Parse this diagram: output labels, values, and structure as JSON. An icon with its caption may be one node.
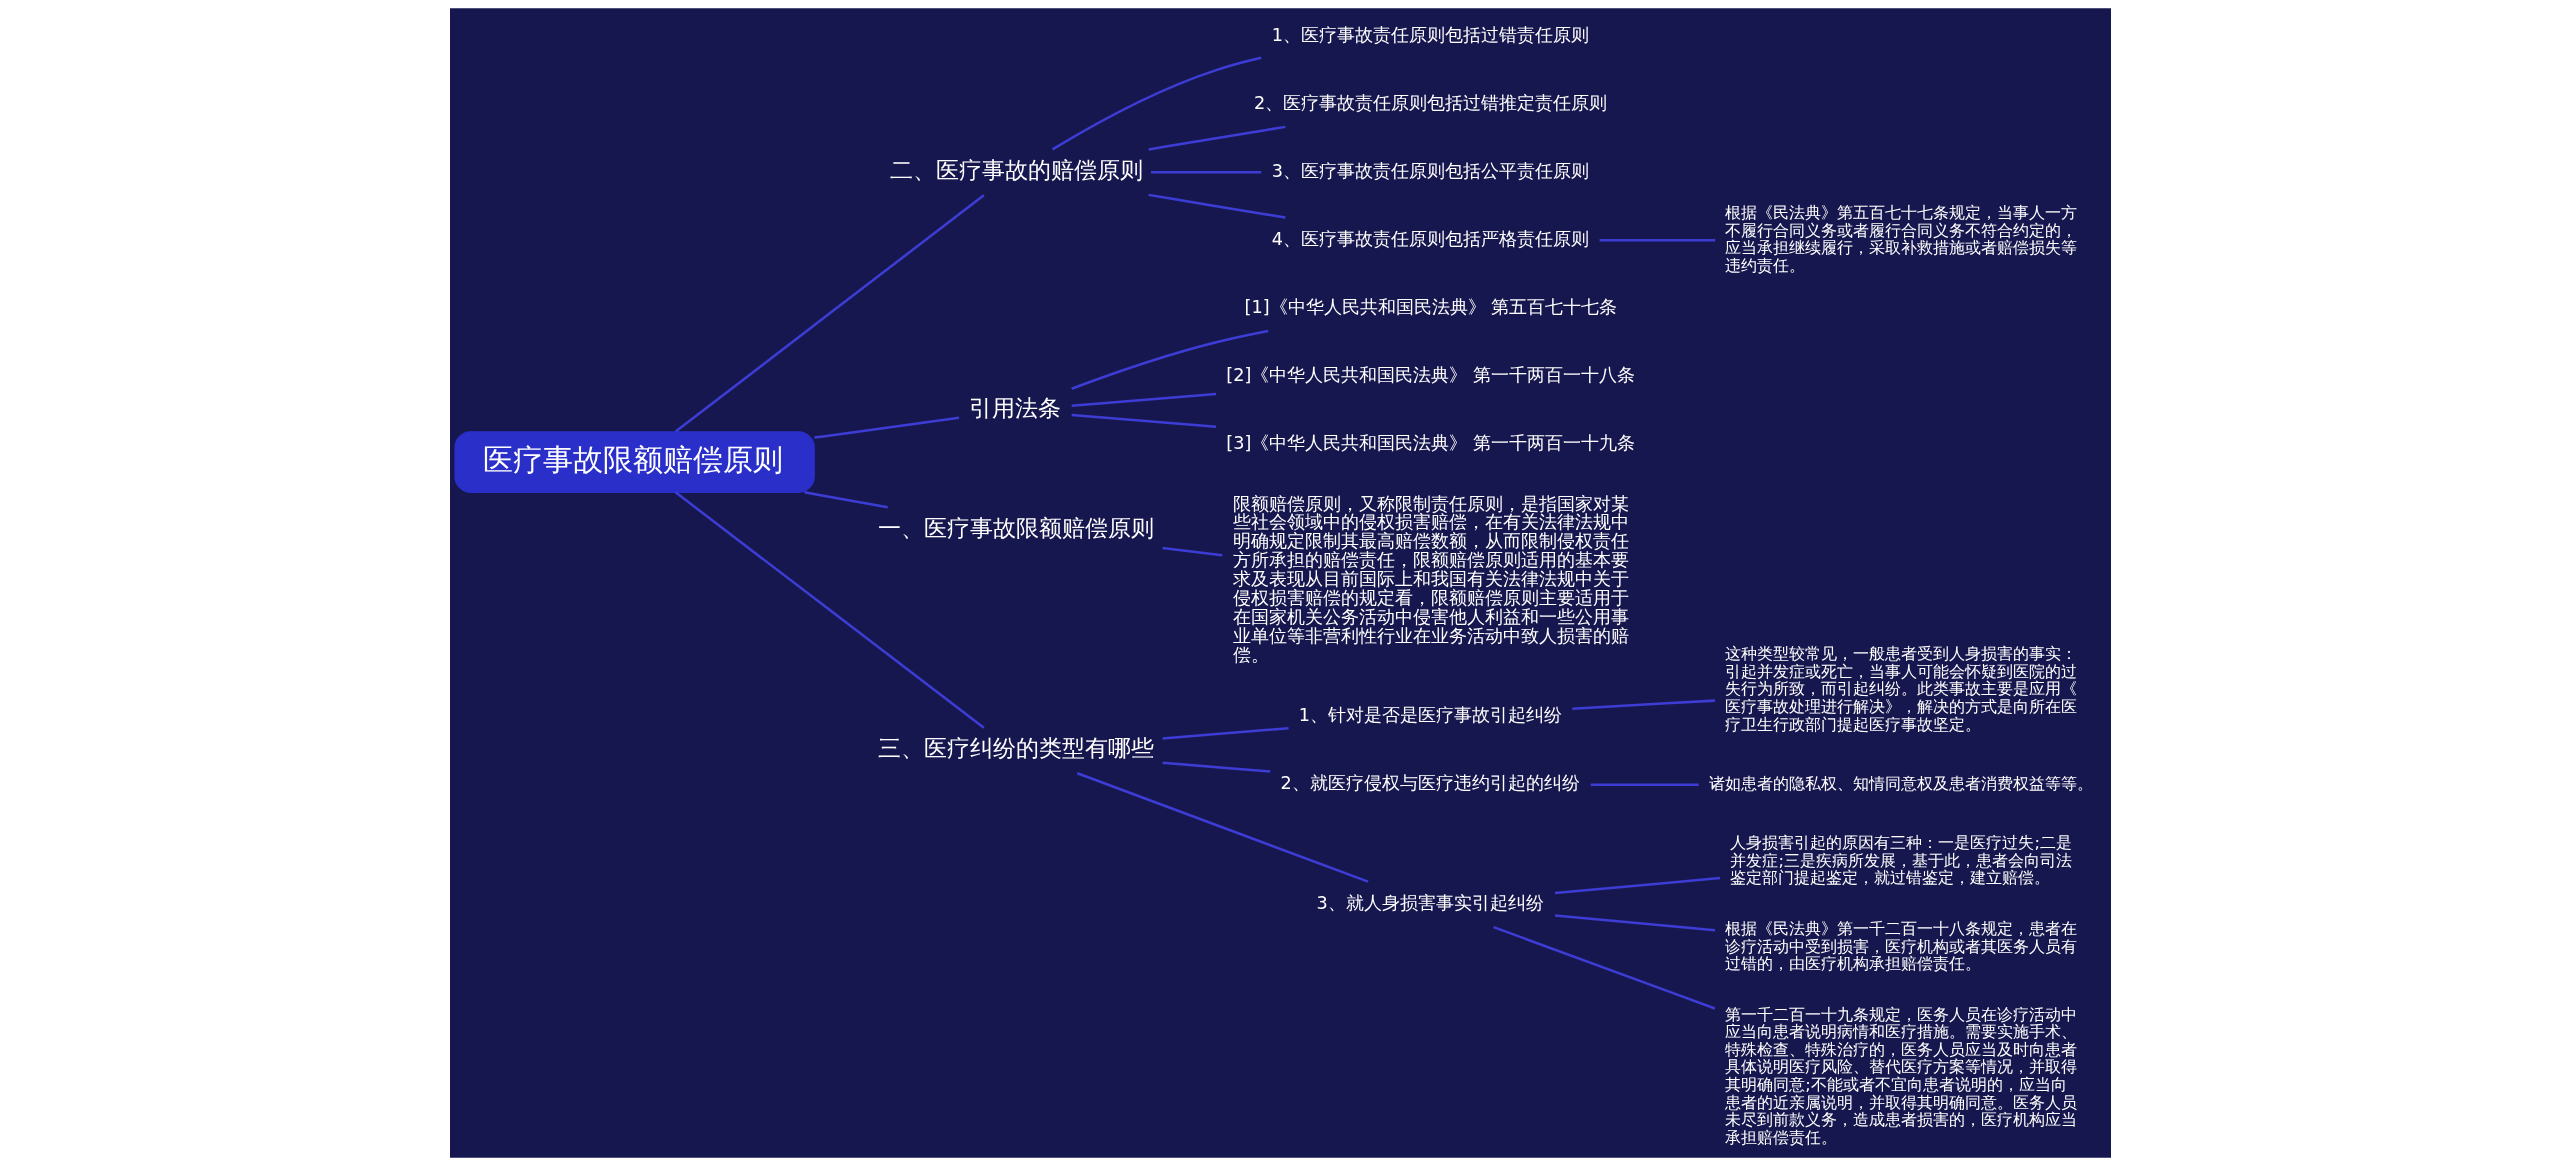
{
  "diagram": {
    "nodes": [
      {
        "text": [
          "医疗事故限额赔偿原则"
        ]
      },
      {
        "text": [
          "二、医疗事故的赔偿原则"
        ]
      },
      {
        "text": [
          "1、医疗事故责任原则包括过错责任原则"
        ]
      },
      {
        "text": [
          "2、医疗事故责任原则包括过错推定责任原则"
        ]
      },
      {
        "text": [
          "3、医疗事故责任原则包括公平责任原则"
        ]
      },
      {
        "text": [
          "4、医疗事故责任原则包括严格责任原则"
        ]
      },
      {
        "text": [
          "根据《民法典》第五百七十七条规定，当事人一方不履行合同义务或者履行合同义务不符合约定的，应当承担继续履行，采取补救措施或者赔偿损失等违约责任。"
        ]
      },
      {
        "text": [
          "引用法条"
        ]
      },
      {
        "text": [
          "[1]《中华人民共和国民法典》 第五百七十七条"
        ]
      },
      {
        "text": [
          "[2]《中华人民共和国民法典》 第一千两百一十八条"
        ]
      },
      {
        "text": [
          "[3]《中华人民共和国民法典》 第一千两百一十九条"
        ]
      },
      {
        "text": [
          "一、医疗事故限额赔偿原则"
        ]
      },
      {
        "text": [
          "限额赔偿原则，又称限制责任原则，是指国家对某些社会领域中的侵权损害赔偿，在有关法律法规中明确规定限制其最高赔偿数额，从而限制侵权责任方所承担的赔偿责任，限额赔偿原则适用的基本要求及表现从目前国际上和我国有关法律法规中关于侵权损害赔偿的规定看，限额赔偿原则主要适用于在国家机关公务活动中侵害他人利益和一些公用事业单位等非营利性行业在业务活动中致人损害的赔偿。"
        ]
      },
      {
        "text": [
          "三、医疗纠纷的类型有哪些"
        ]
      },
      {
        "text": [
          "1、针对是否是医疗事故引起纠纷"
        ]
      },
      {
        "text": [
          "这种类型较常见，一般患者受到人身损害的事实：引起并发症或死亡，当事人可能会怀疑到医院的过失行为所致，而引起纠纷。此类事故主要是应用《医疗事故处理进行解决》，解决的方式是向所在医疗卫生行政部门提起医疗事故坚定。"
        ]
      },
      {
        "text": [
          "2、就医疗侵权与医疗违约引起的纠纷"
        ]
      },
      {
        "text": [
          "诸如患者的隐私权、知情同意权及患者消费权益等等。"
        ]
      },
      {
        "text": [
          "3、就人身损害事实引起纠纷"
        ]
      },
      {
        "text": [
          "人身损害引起的原因有三种：一是医疗过失;二是并发症;三是疾病所发展，基于此，患者会向司法鉴定部门提起鉴定，就过错鉴定，建立赔偿。"
        ]
      },
      {
        "text": [
          "根据《民法典》第一千二百一十八条规定，患者在诊疗活动中受到损害，医疗机构或者其医务人员有过错的，由医疗机构承担赔偿责任。"
        ]
      },
      {
        "text": [
          "第一千二百一十九条规定，医务人员在诊疗活动中应当向患者说明病情和医疗措施。需要实施手术、特殊检查、特殊治疗的，医务人员应当及时向患者具体说明医疗风险、替代医疗方案等情况，并取得其明确同意;不能或者不宜向患者说明的，应当向患者的近亲属说明，并取得其明确同意。医务人员未尽到前款义务，造成患者损害的，医疗机构应当承担赔偿责任。"
        ]
      }
    ],
    "edges": [
      {
        "from": 0,
        "to": 1,
        "arrow": "none"
      },
      {
        "from": 1,
        "to": 2,
        "arrow": "none"
      },
      {
        "from": 1,
        "to": 3,
        "arrow": "none"
      },
      {
        "from": 1,
        "to": 4,
        "arrow": "none"
      },
      {
        "from": 1,
        "to": 5,
        "arrow": "none"
      },
      {
        "from": 5,
        "to": 6,
        "arrow": "none"
      },
      {
        "from": 0,
        "to": 7,
        "arrow": "none"
      },
      {
        "from": 7,
        "to": 8,
        "arrow": "none"
      },
      {
        "from": 7,
        "to": 9,
        "arrow": "none"
      },
      {
        "from": 7,
        "to": 10,
        "arrow": "none"
      },
      {
        "from": 0,
        "to": 11,
        "arrow": "none"
      },
      {
        "from": 11,
        "to": 12,
        "arrow": "none"
      },
      {
        "from": 0,
        "to": 13,
        "arrow": "none"
      },
      {
        "from": 13,
        "to": 14,
        "arrow": "none"
      },
      {
        "from": 14,
        "to": 15,
        "arrow": "none"
      },
      {
        "from": 13,
        "to": 16,
        "arrow": "none"
      },
      {
        "from": 16,
        "to": 17,
        "arrow": "none"
      },
      {
        "from": 13,
        "to": 18,
        "arrow": "none"
      },
      {
        "from": 18,
        "to": 19,
        "arrow": "none"
      },
      {
        "from": 18,
        "to": 20,
        "arrow": "none"
      },
      {
        "from": 18,
        "to": 21,
        "arrow": "none"
      }
    ]
  }
}
